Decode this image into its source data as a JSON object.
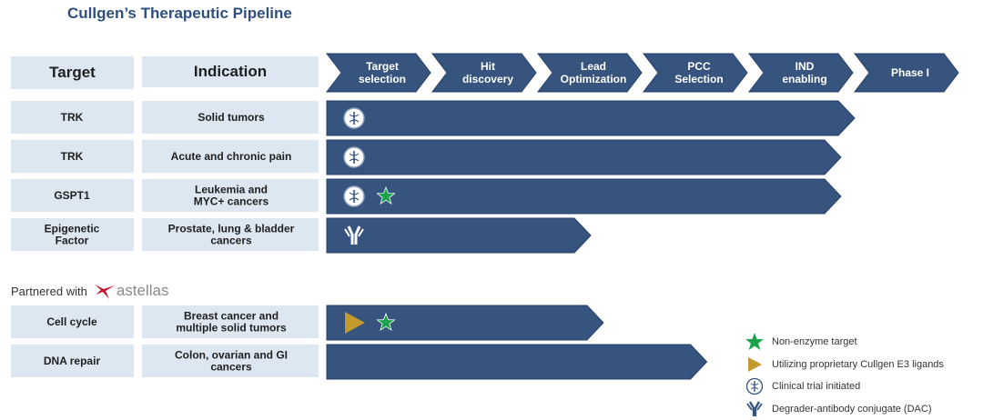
{
  "title": "Cullgen’s Therapeutic Pipeline",
  "headers": {
    "target": "Target",
    "indication": "Indication"
  },
  "chart_data": {
    "type": "bar",
    "stages": [
      [
        "Target",
        "selection"
      ],
      [
        "Hit",
        "discovery"
      ],
      [
        "Lead",
        "Optimization"
      ],
      [
        "PCC",
        "Selection"
      ],
      [
        "IND",
        "enabling"
      ],
      [
        "Phase I"
      ]
    ],
    "programs": [
      {
        "target": [
          "TRK"
        ],
        "indication": [
          "Solid tumors"
        ],
        "progress": 5.0,
        "markers": [
          "clinical-trial"
        ]
      },
      {
        "target": [
          "TRK"
        ],
        "indication": [
          "Acute and chronic pain"
        ],
        "progress": 4.87,
        "markers": [
          "clinical-trial"
        ]
      },
      {
        "target": [
          "GSPT1"
        ],
        "indication": [
          "Leukemia and",
          "MYC+ cancers"
        ],
        "progress": 4.87,
        "markers": [
          "clinical-trial",
          "non-enzyme"
        ]
      },
      {
        "target": [
          "Epigenetic",
          "Factor"
        ],
        "indication": [
          "Prostate, lung & bladder",
          "cancers"
        ],
        "progress": 2.5,
        "markers": [
          "dac"
        ]
      },
      {
        "target": [
          "Cell cycle"
        ],
        "indication": [
          "Breast cancer and",
          "multiple solid tumors"
        ],
        "progress": 2.62,
        "markers": [
          "e3-ligand",
          "non-enzyme"
        ]
      },
      {
        "target": [
          "DNA repair"
        ],
        "indication": [
          "Colon, ovarian and GI",
          "cancers"
        ],
        "progress": 3.6,
        "markers": []
      }
    ],
    "progress_unit": "stages completed (0–6)"
  },
  "partner": {
    "label": "Partnered with",
    "name": "astellas"
  },
  "legend": [
    {
      "icon": "non-enzyme",
      "label": "Non-enzyme target"
    },
    {
      "icon": "e3-ligand",
      "label": "Utilizing proprietary Cullgen E3 ligands"
    },
    {
      "icon": "clinical-trial",
      "label": "Clinical trial initiated"
    },
    {
      "icon": "dac",
      "label": "Degrader-antibody conjugate (DAC)"
    }
  ],
  "colors": {
    "bar": "#37547f",
    "bar_stroke": "#24406a",
    "cell_bg": "#dce7f1",
    "title": "#2f4f7c",
    "star": "#1aa34a",
    "triangle": "#c39a2e"
  }
}
